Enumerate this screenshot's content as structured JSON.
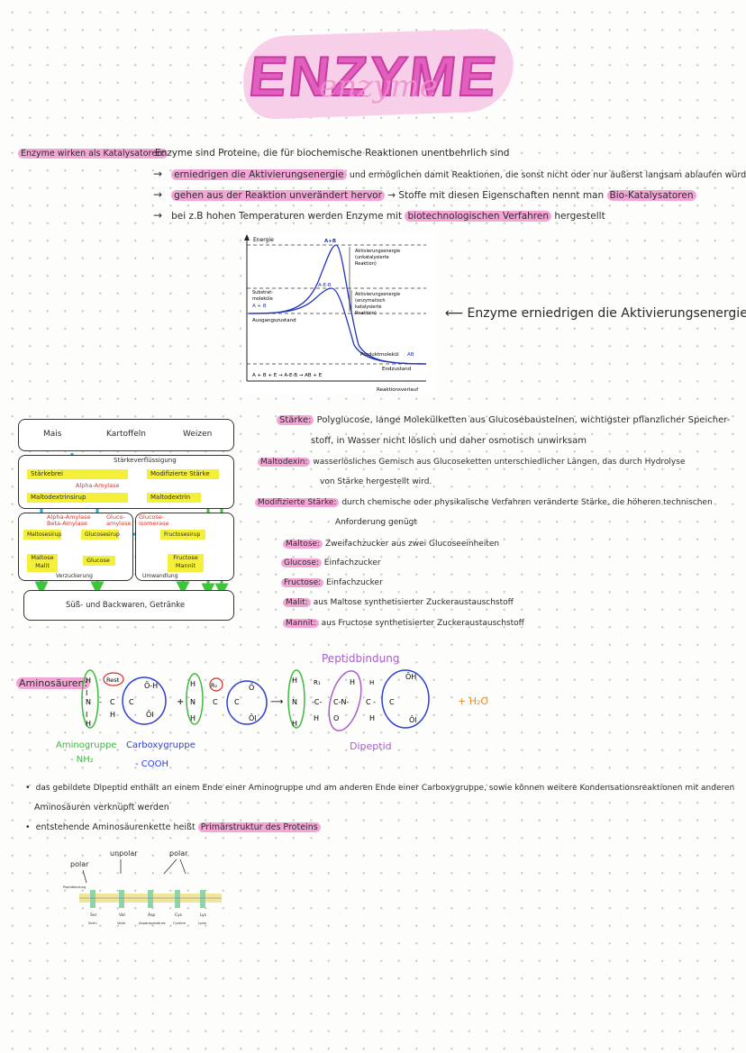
{
  "title": {
    "main": "ENZYME",
    "script": "enzyme"
  },
  "intro": {
    "label": "Enzyme wirken als Katalysatoren:",
    "definition": "Enzyme sind Proteine, die für biochemische Reaktionen unentbehrlich sind",
    "points": [
      {
        "arrow": "→",
        "highlight": "erniedrigen die Aktivierungsenergie",
        "rest": "und ermöglichen damit Reaktionen, die sonst nicht oder nur äußerst langsam ablaufen würden"
      },
      {
        "arrow": "→",
        "highlight": "gehen aus der Reaktion unverändert hervor",
        "mid": "→ Stoffe mit diesen Eigenschaften nennt man",
        "highlight2": "Bio-Katalysatoren"
      },
      {
        "arrow": "→",
        "pre": "bei z.B hohen Temperaturen werden Enzyme mit",
        "highlight": "biotechnologischen Verfahren",
        "rest": "hergestellt"
      }
    ]
  },
  "energy_diagram": {
    "y_axis": "Energie",
    "x_axis": "Reaktionsverlauf",
    "peak_uncat": "A+B",
    "peak_cat": "A-E-B",
    "ea_uncat": [
      "Aktivierungsenergie",
      "(unkatalysierte",
      "Reaktion)"
    ],
    "ea_cat": [
      "Aktivierungsenergie",
      "(enzymatisch",
      "katalysierte",
      "Reaktion)"
    ],
    "substrate": [
      "Substrat-",
      "moleküle"
    ],
    "substrate_formula": "A + B",
    "start_state": "Ausgangszustand",
    "product": "Produktmolekül",
    "product_formula": "AB",
    "end_state": "Endzustand",
    "equation": "A + B + E → A-E-B → AB + E"
  },
  "side_note": "⟵  Enzyme erniedrigen die Aktivierungsenergie",
  "flow": {
    "sources": [
      "Mais",
      "Kartoffeln",
      "Weizen"
    ],
    "staerkeverfluessigung": "Stärkeverflüssigung",
    "staerkebrei": "Stärkebrei",
    "alpha_amylase": "Alpha-Amylase",
    "modifizierte_staerke": "Modifizierte Stärke",
    "maltodextrinsirup": "Maltodextrinsirup",
    "maltodextrin": "Maltodextrin",
    "enzym_left": "Alpha-Amylase Beta-Amylase",
    "enzym_mid": "Gluco-amylase",
    "enzym_right": "Glucose-isomerase",
    "maltosesirup": "Maltosesirup",
    "glucosesirup": "Glucosesirup",
    "fructosesirup": "Fructosesirup",
    "maltose_malit": "Maltose Malit",
    "glucose": "Glucose",
    "fructose_mannit": "Fructose Mannit",
    "verzuckerung": "Verzuckerung",
    "umwandlung": "Umwandlung",
    "output": "Süß- und Backwaren, Getränke"
  },
  "definitions": [
    {
      "term": "Stärke:",
      "text": "Polyglucose, lange Molekülketten aus Glucosebausteinen, wichtigster pflanzlicher Speicher-",
      "cont": "stoff, in Wasser nicht löslich und daher osmotisch unwirksam"
    },
    {
      "term": "Maltodexin:",
      "text": "wasserlösliches Gemisch aus Glucoseketten unterschiedlicher Längen, das durch Hydrolyse",
      "cont": "von Stärke hergestellt wird."
    },
    {
      "term": "Modifizierte Stärke:",
      "text": "durch chemische oder physikalische Verfahren veränderte Stärke, die höheren technischen",
      "cont": "Anforderung genügt"
    },
    {
      "term": "Maltose:",
      "text": "Zweifachzucker aus zwei Glucoseeinheiten"
    },
    {
      "term": "Glucose:",
      "text": "Einfachzucker"
    },
    {
      "term": "Fructose:",
      "text": "Einfachzucker"
    },
    {
      "term": "Malit:",
      "text": "aus Maltose synthetisierter Zuckeraustauschstoff"
    },
    {
      "term": "Mannit:",
      "text": "aus Fructose synthetisierter Zuckeraustauschstoff"
    }
  ],
  "amino": {
    "label": "Aminosäuren:",
    "peptide_bond": "Peptidbindung",
    "rest": "Rest",
    "r1": "R₁",
    "r2": "R₂",
    "water": "+ H₂O",
    "amino_group": "Aminogruppe",
    "amino_formula": "- NH₂",
    "carboxy_group": "Carboxygruppe",
    "carboxy_formula": "- COOH",
    "dipeptid": "Dipeptid",
    "colors": {
      "green": "#3dbb3d",
      "blue": "#2e3fd6",
      "purple": "#a860c7",
      "red": "#d0302a",
      "orange": "#e8892a"
    }
  },
  "bullets": [
    {
      "text": "das gebildete Dipeptid enthält an einem Ende einer Aminogruppe und am anderen Ende einer Carboxygruppe, sowie können weitere Kondensationsreaktionen mit anderen",
      "cont": "Aminosäuren verknüpft werden"
    },
    {
      "text": "entstehende Aminosäurenkette heißt",
      "highlight": "Primärstruktur des Proteins"
    }
  ],
  "primary_structure": {
    "labels": [
      "polar",
      "unpolar",
      "polar"
    ],
    "peptide_label": "Peptidbindung",
    "residues": [
      "Ser",
      "Val",
      "Asp",
      "Cys",
      "Lys"
    ],
    "residue_names": [
      "Serin",
      "Valin",
      "Asparaginsäure",
      "Cystein",
      "Lysin"
    ]
  }
}
